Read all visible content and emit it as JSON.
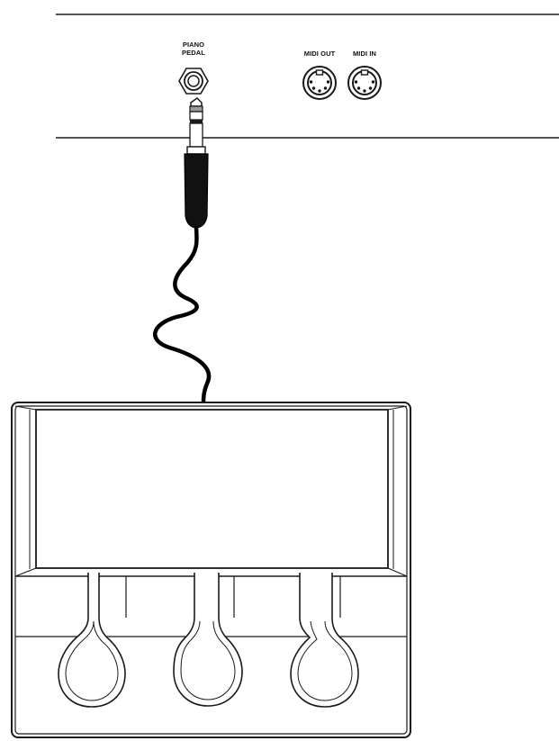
{
  "ports": {
    "piano_pedal": {
      "line1": "PIANO",
      "line2": "PEDAL"
    },
    "midi_out": {
      "label": "MIDI OUT"
    },
    "midi_in": {
      "label": "MIDI IN"
    }
  },
  "pedal_unit": {
    "pedal_count": 3
  },
  "colors": {
    "line": "#1a1a1a",
    "cable": "#000000",
    "background": "#ffffff",
    "plug_ring": "#9a9a9a"
  }
}
